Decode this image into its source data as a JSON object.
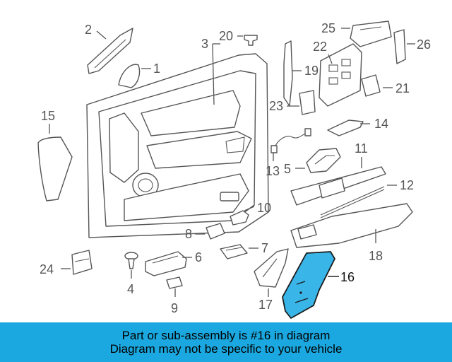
{
  "callouts": {
    "c1": "1",
    "c2": "2",
    "c3": "3",
    "c4": "4",
    "c5": "5",
    "c6": "6",
    "c7": "7",
    "c8": "8",
    "c9": "9",
    "c10": "10",
    "c11": "11",
    "c12": "12",
    "c13": "13",
    "c14": "14",
    "c15": "15",
    "c16": "16",
    "c17": "17",
    "c18": "18",
    "c19": "19",
    "c20": "20",
    "c21": "21",
    "c22": "22",
    "c23": "23",
    "c24": "24",
    "c25": "25",
    "c26": "26"
  },
  "highlight": {
    "part_number": "16",
    "color": "#3ab5e8"
  },
  "banner": {
    "line1": "Part or sub-assembly is #16 in diagram",
    "line2": "Diagram may not be specific to your vehicle",
    "background": "#1ba8e0"
  }
}
